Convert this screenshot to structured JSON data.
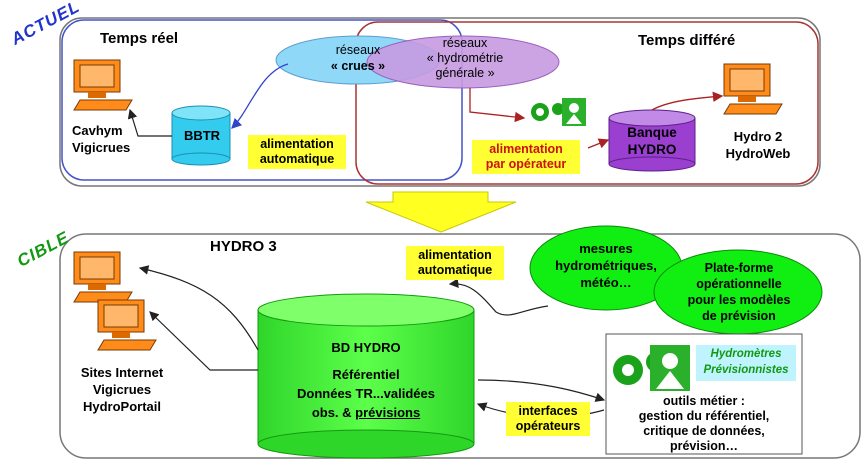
{
  "actuel": {
    "tag": "ACTUEL",
    "temps_reel": "Temps réel",
    "temps_differe": "Temps différé",
    "reseaux_crues": [
      "réseaux",
      "« crues »"
    ],
    "reseaux_hydro": [
      "réseaux",
      "« hydrométrie",
      "générale »"
    ],
    "bbtr": "BBTR",
    "cavhym": [
      "Cavhym",
      "Vigicrues"
    ],
    "alim_auto": [
      "alimentation",
      "automatique"
    ],
    "alim_operateur": [
      "alimentation",
      "par opérateur"
    ],
    "banque": [
      "Banque",
      "HYDRO"
    ],
    "hydro2": [
      "Hydro 2",
      "HydroWeb"
    ]
  },
  "cible": {
    "tag": "CIBLE",
    "title": "HYDRO 3",
    "alim_auto": [
      "alimentation",
      "automatique"
    ],
    "mesures": [
      "mesures",
      "hydrométriques,",
      "météo…"
    ],
    "plateforme": [
      "Plate-forme",
      "opérationnelle",
      "pour les modèles",
      "de prévision"
    ],
    "bd": {
      "title": "BD HYDRO",
      "line1": "Référentiel",
      "line2": "Données TR...validées",
      "line3_a": "obs. & ",
      "line3_b": "prévisions"
    },
    "sites": [
      "Sites Internet",
      "Vigicrues",
      "HydroPortail"
    ],
    "hydrometres": [
      "Hydromètres",
      "Prévisionnistes"
    ],
    "outils": [
      "outils métier :",
      "gestion du référentiel,",
      "critique de données,",
      "prévision…"
    ],
    "interfaces": [
      "interfaces",
      "opérateurs"
    ]
  },
  "colors": {
    "actuel_tag": "#2233cc",
    "cible_tag": "#119911",
    "blue_frame": "#4455cc",
    "red_frame": "#aa3333",
    "ellipse_blue": "#8fd8f8",
    "ellipse_purple": "#c79ae0",
    "bbtr": "#33ccee",
    "banque": "#9a3fd0",
    "green_cyl": "#44ee33",
    "green_ellipse": "#11ee11",
    "note_yellow": "#ffff33",
    "arrow_yellow": "#ffff22"
  }
}
